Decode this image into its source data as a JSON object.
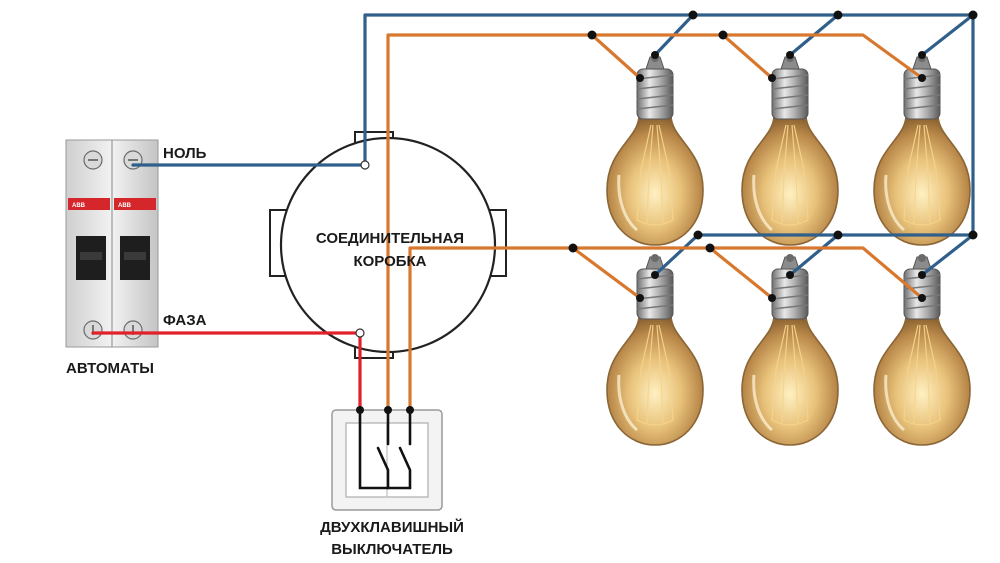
{
  "labels": {
    "neutral": "НОЛЬ",
    "phase": "ФАЗА",
    "breakers": "АВТОМАТЫ",
    "box_line1": "СОЕДИНИТЕЛЬНАЯ",
    "box_line2": "КОРОБКА",
    "switch_line1": "ДВУХКЛАВИШНЫЙ",
    "switch_line2": "ВЫКЛЮЧАТЕЛЬ"
  },
  "breaker_brand": "ABB",
  "colors": {
    "neutral_wire": "#2f5f8a",
    "switched_wire": "#d8782e",
    "phase_wire": "#e0202a",
    "switch_internal": "#111111"
  },
  "lamps": {
    "rows": 2,
    "per_row": 3
  }
}
